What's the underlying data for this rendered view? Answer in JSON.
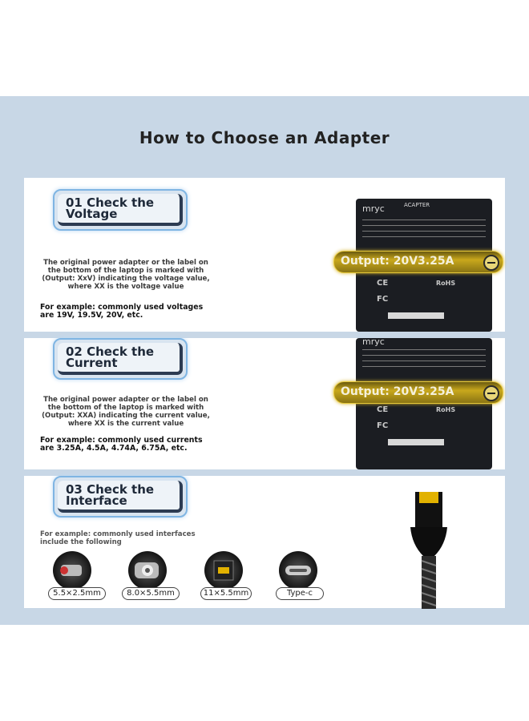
{
  "title": "How to Choose an Adapter",
  "steps": [
    {
      "label": "01 Check the\nVoltage",
      "description": "The original power adapter or the label on the bottom of the laptop is marked with (Output: XxV) indicating the voltage value, where XX is the voltage value",
      "example": "For example: commonly used voltages are 19V, 19.5V, 20V, etc.",
      "output_text": "Output: 20V3.25A"
    },
    {
      "label": "02 Check the\nCurrent",
      "description": "The original power adapter or the label on the bottom of the laptop is marked with (Output: XXA) indicating the current value, where XX is the current value",
      "example": "For example: commonly used currents are 3.25A, 4.5A, 4.74A, 6.75A, etc.",
      "output_text": "Output: 20V3.25A"
    },
    {
      "label": "03 Check the\nInterface",
      "example": "For example: commonly used interfaces include the following",
      "connectors": [
        "5.5×2.5mm",
        "8.0×5.5mm",
        "11×5.5mm",
        "Type-c"
      ]
    }
  ],
  "adapter_label": {
    "brand": "mryc",
    "model": "ACAPTER",
    "marks": [
      "CE",
      "RoHS",
      "FC"
    ]
  },
  "colors": {
    "background_blue": "#c8d7e6",
    "highlight_gold": "#c9a81c",
    "label_border": "#7fb5e3"
  }
}
